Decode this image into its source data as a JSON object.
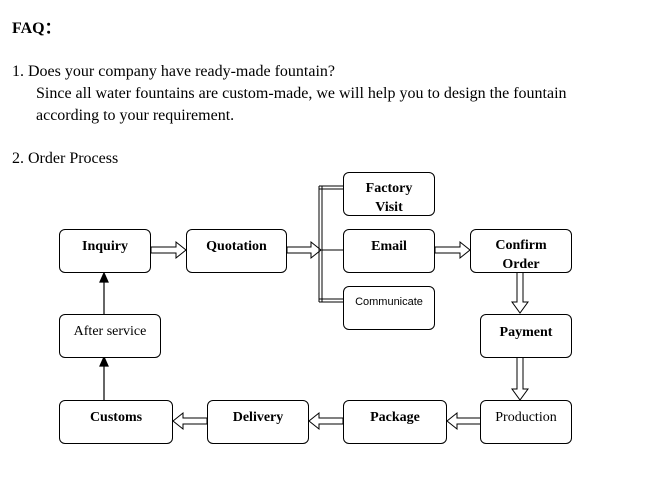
{
  "faq_heading": "FAQ：",
  "question1": "1. Does your company have ready-made fountain?",
  "answer1_line1": "Since all water fountains are custom-made, we will help you to design the fountain",
  "answer1_line2": "according to your requirement.",
  "question2": "2. Order Process",
  "process": {
    "inquiry": "Inquiry",
    "quotation": "Quotation",
    "factory_visit_line1": "Factory",
    "factory_visit_line2": "Visit",
    "email": "Email",
    "communicate": "Communicate",
    "confirm_order_line1": "Confirm",
    "confirm_order_line2": "Order",
    "payment": "Payment",
    "production": "Production",
    "package": "Package",
    "delivery": "Delivery",
    "customs": "Customs",
    "after_service": "After service"
  }
}
